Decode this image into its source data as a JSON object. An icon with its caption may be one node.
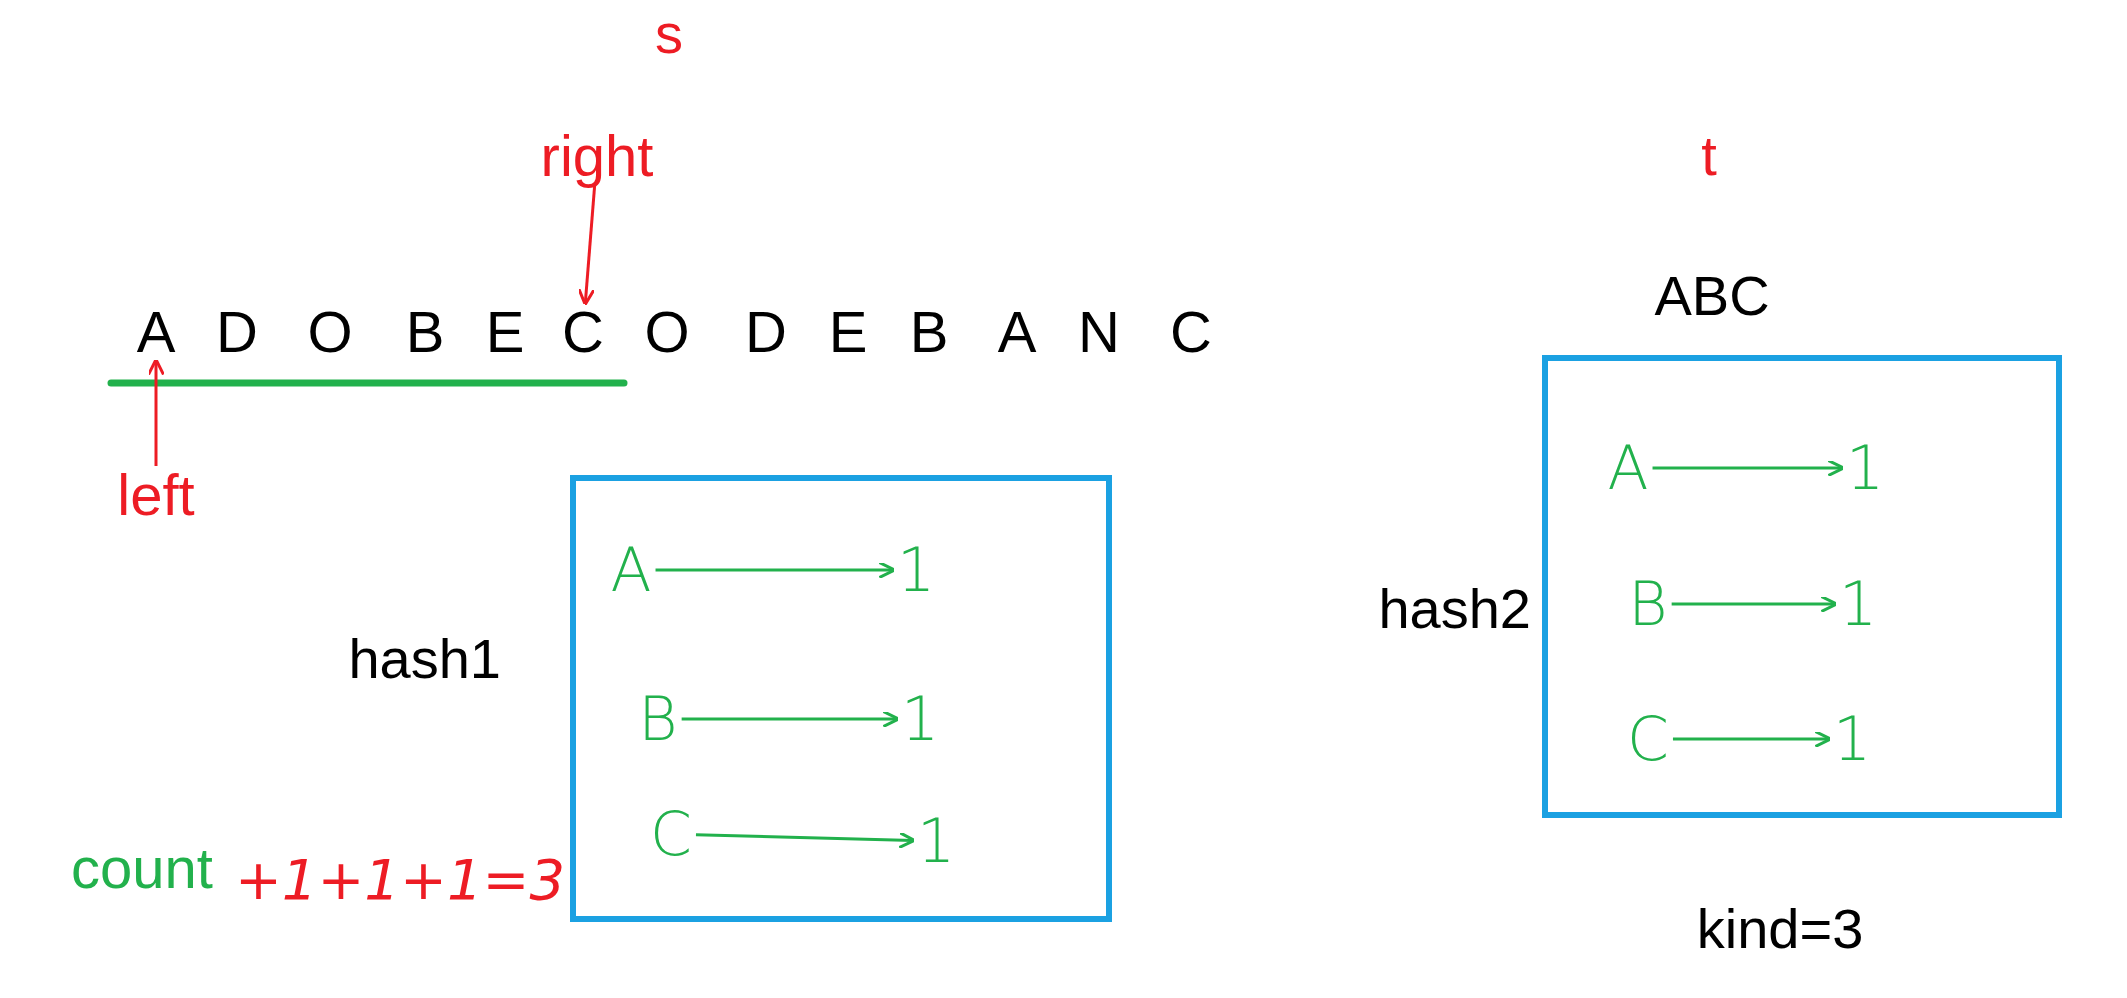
{
  "diagram": {
    "nodes": [
      {
        "text": [
          "right"
        ]
      },
      {
        "text": [
          "A"
        ]
      },
      {
        "text": [
          "D"
        ]
      },
      {
        "text": [
          "O"
        ]
      },
      {
        "text": [
          "B"
        ]
      },
      {
        "text": [
          "E"
        ]
      },
      {
        "text": [
          "C"
        ]
      },
      {
        "text": [
          "O"
        ]
      },
      {
        "text": [
          "D"
        ]
      },
      {
        "text": [
          "E"
        ]
      },
      {
        "text": [
          "B"
        ]
      },
      {
        "text": [
          "A"
        ]
      },
      {
        "text": [
          "N"
        ]
      },
      {
        "text": [
          "C"
        ]
      },
      {
        "text": [
          "left"
        ]
      },
      {
        "text": [],
        "shape": "box",
        "beside": [
          "hash1"
        ]
      },
      {
        "text": [
          "A"
        ],
        "in": 15
      },
      {
        "text": [
          "1"
        ],
        "in": 15
      },
      {
        "text": [
          "B"
        ],
        "in": 15
      },
      {
        "text": [
          "1"
        ],
        "in": 15
      },
      {
        "text": [
          "C"
        ],
        "in": 15
      },
      {
        "text": [
          "1"
        ],
        "in": 15
      },
      {
        "text": [],
        "shape": "box",
        "beside": [
          "hash2"
        ]
      },
      {
        "text": [
          "A"
        ],
        "in": 22
      },
      {
        "text": [
          "1"
        ],
        "in": 22
      },
      {
        "text": [
          "B"
        ],
        "in": 22
      },
      {
        "text": [
          "1"
        ],
        "in": 22
      },
      {
        "text": [
          "C"
        ],
        "in": 22
      },
      {
        "text": [
          "1"
        ],
        "in": 22
      }
    ],
    "edges": [
      {
        "from": 0,
        "to": 6,
        "arrow": "to",
        "color": "#ed1c24"
      },
      {
        "from": 14,
        "to": 1,
        "arrow": "to",
        "color": "#ed1c24"
      },
      {
        "from": 16,
        "to": 17,
        "arrow": "to"
      },
      {
        "from": 18,
        "to": 19,
        "arrow": "to"
      },
      {
        "from": 20,
        "to": 21,
        "arrow": "to"
      },
      {
        "from": 23,
        "to": 24,
        "arrow": "to"
      },
      {
        "from": 25,
        "to": 26,
        "arrow": "to"
      },
      {
        "from": 27,
        "to": 28,
        "arrow": "to"
      }
    ],
    "labels": [
      "s",
      "t",
      "ABC",
      "count",
      "+1+1+1=3",
      "kind=3"
    ]
  }
}
